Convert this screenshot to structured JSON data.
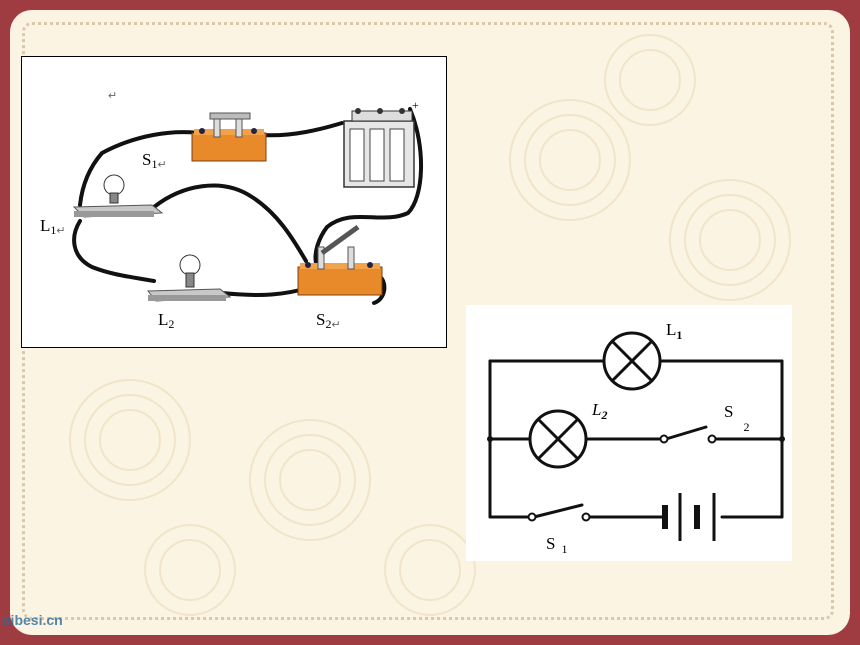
{
  "wiring": {
    "labels": {
      "s1": "S",
      "s1_sub": "1",
      "s2": "S",
      "s2_sub": "2",
      "l1": "L",
      "l1_sub": "1",
      "l2": "L",
      "l2_sub": "2",
      "return_mark": "↵"
    }
  },
  "schematic": {
    "labels": {
      "l1": "L",
      "l1_sub": "1",
      "l2": "L",
      "l2_sub": "2",
      "s1": "S",
      "s1_sub": "1",
      "s2": "S",
      "s2_sub": "2"
    }
  },
  "watermark": "oibesi.cn",
  "colors": {
    "frame": "#9e3c42",
    "paper": "#fbf4e2",
    "switch_base": "#e8892a",
    "lamp_base": "#c8c8c8"
  }
}
